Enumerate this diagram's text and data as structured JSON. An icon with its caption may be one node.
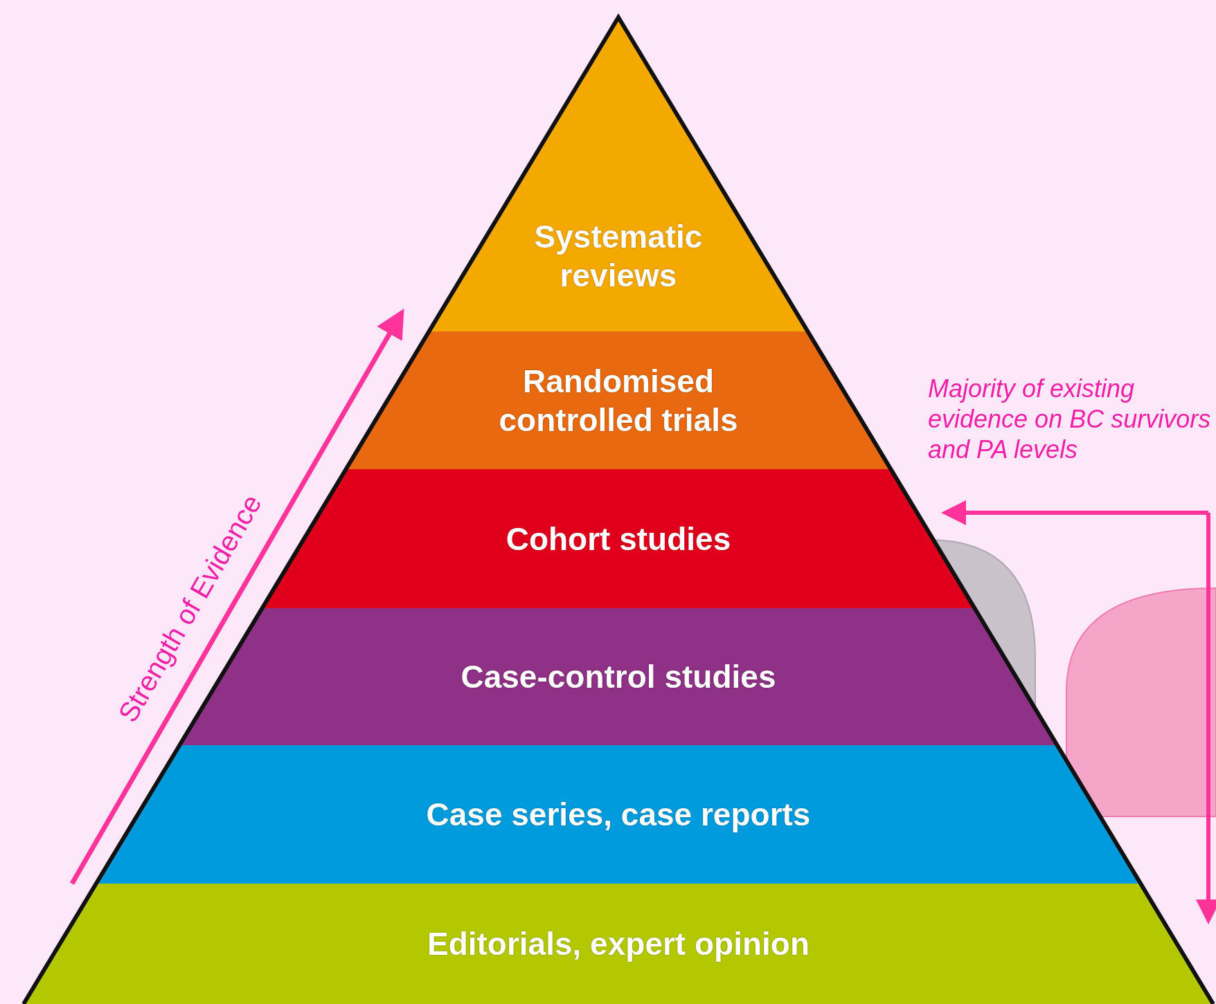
{
  "diagram": {
    "nodes": [
      {
        "text": [
          "Systematic reviews"
        ]
      },
      {
        "text": [
          "Randomised controlled trials"
        ]
      },
      {
        "text": [
          "Cohort studies"
        ]
      },
      {
        "text": [
          "Case-control studies"
        ]
      },
      {
        "text": [
          "Case series, case reports"
        ]
      },
      {
        "text": [
          "Editorials, expert opinion"
        ]
      }
    ],
    "labels": [
      "Strength of Evidence",
      "Majority of existing evidence on BC survivors and PA levels"
    ]
  }
}
